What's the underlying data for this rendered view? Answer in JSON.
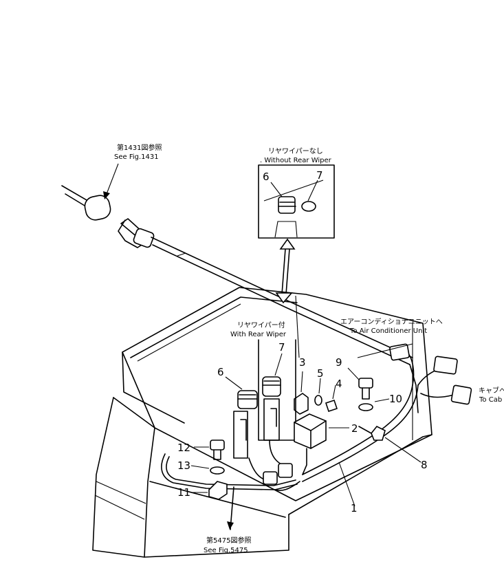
{
  "references": {
    "fig1431_jp": "第1431図参照",
    "fig1431_en": "See Fig.1431",
    "fig5475_jp": "第5475図参照",
    "fig5475_en": "See Fig.5475"
  },
  "inset": {
    "title_jp": "リヤワイパーなし",
    "title_en": ". Without Rear Wiper",
    "parts": [
      "6",
      "7"
    ]
  },
  "variant": {
    "title_jp": "リヤワイパー付",
    "title_en": "With Rear Wiper"
  },
  "destinations": {
    "aircon_jp": "エアーコンディショナユニットへ",
    "aircon_en": "To Air Conditioner Unit",
    "cab_jp": "キャブへ",
    "cab_en": "To Cab"
  },
  "callouts": [
    "1",
    "2",
    "3",
    "4",
    "5",
    "6",
    "7",
    "8",
    "9",
    "10",
    "11",
    "12",
    "13"
  ]
}
